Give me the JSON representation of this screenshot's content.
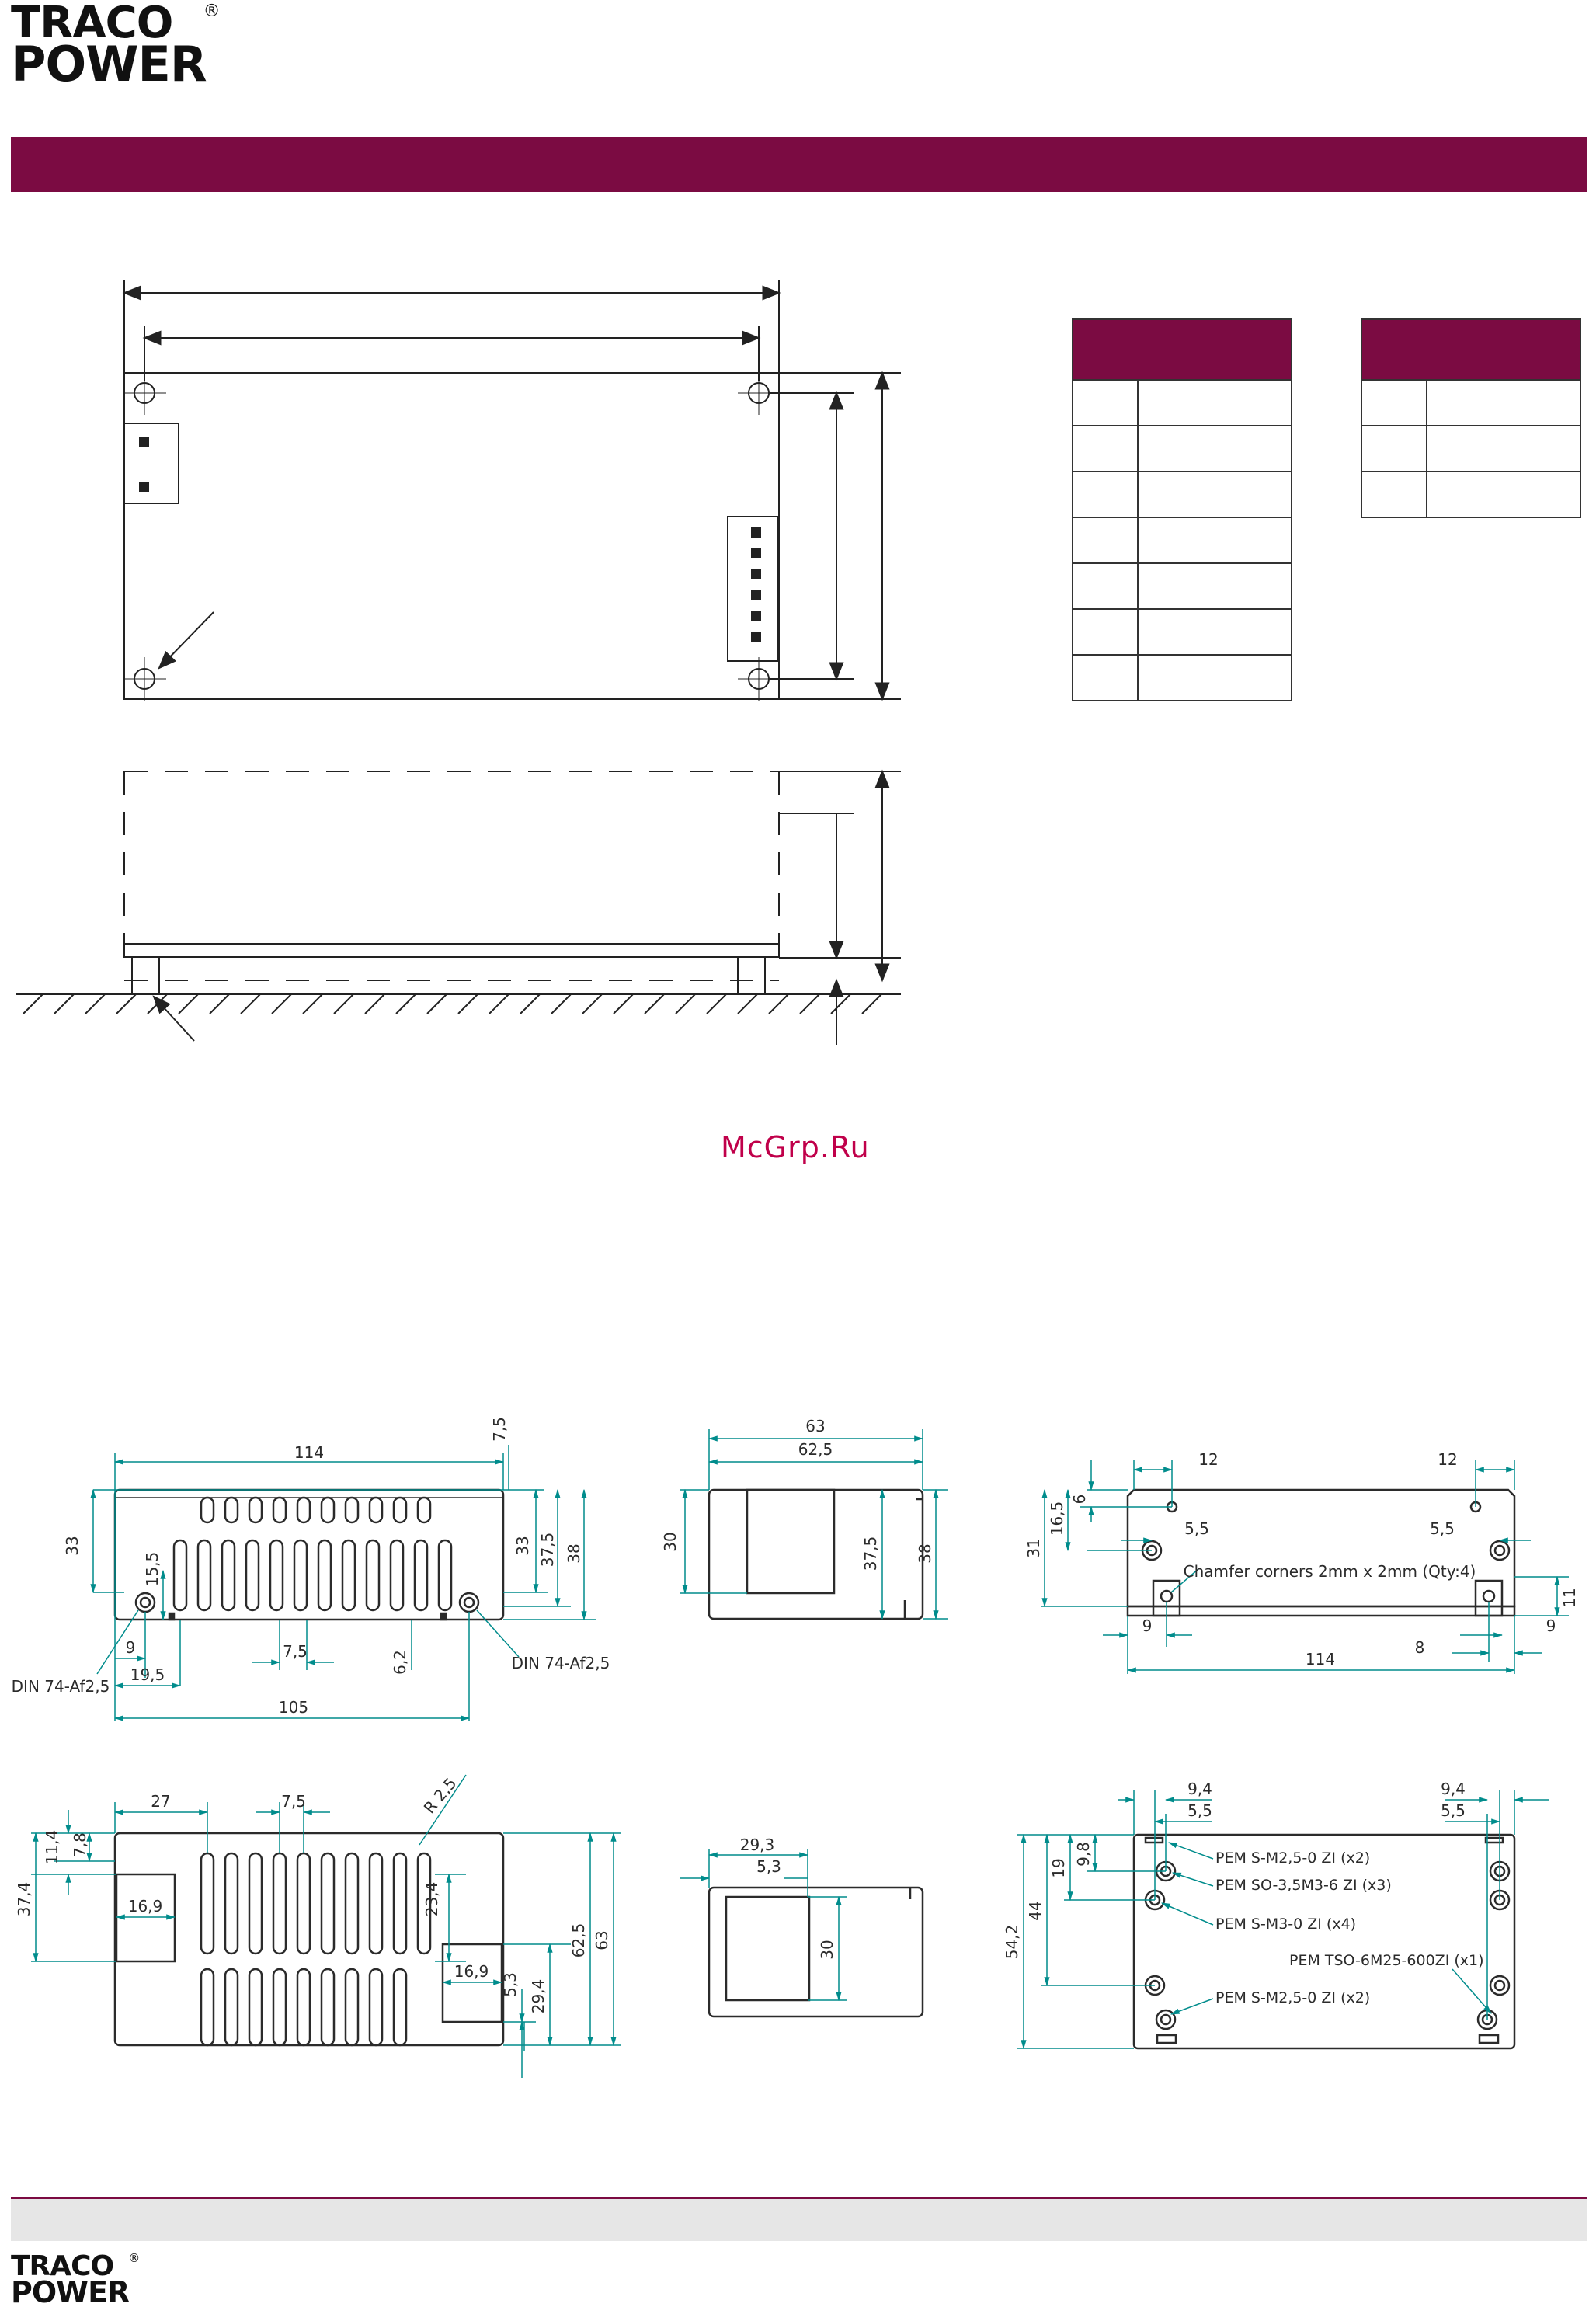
{
  "brand": {
    "logo_line1": "TRACO",
    "logo_line2": "POWER",
    "registered_mark": "®",
    "accent_color": "#7b0b42"
  },
  "watermark": "McGrp.Ru",
  "drawing_colors": {
    "outline": "#2b2b2b",
    "dimension": "#008c8c"
  },
  "dimensions": {
    "front": {
      "top_width": "114",
      "side_gap": "7,5",
      "left_height": "33",
      "r_33": "33",
      "r_375": "37,5",
      "r_38": "38",
      "vent_h": "15,5",
      "d9": "9",
      "d195": "19,5",
      "d75": "7,5",
      "d62": "6,2",
      "d105": "105",
      "din_left": "DIN 74-Af2,5",
      "din_right": "DIN 74-Af2,5"
    },
    "side": {
      "w63": "63",
      "w625": "62,5",
      "h30": "30",
      "h375": "37,5",
      "h38": "38"
    },
    "rear": {
      "d12a": "12",
      "d12b": "12",
      "d6": "6",
      "d165": "16,5",
      "d31": "31",
      "d55a": "5,5",
      "d55b": "5,5",
      "chamfer": "Chamfer corners 2mm x 2mm (Qty:4)",
      "d11": "11",
      "d9a": "9",
      "d8": "8",
      "d9b": "9",
      "d114": "114"
    },
    "top": {
      "d27": "27",
      "d75": "7,5",
      "r25": "R 2,5",
      "d114": "11,4",
      "d78": "7,8",
      "d374": "37,4",
      "d169a": "16,9",
      "d234": "23,4",
      "d169b": "16,9",
      "d53": "5,3",
      "d294": "29,4",
      "d625": "62,5",
      "d63": "63"
    },
    "end": {
      "d293": "29,3",
      "d53": "5,3",
      "d30": "30"
    },
    "bottom": {
      "d94a": "9,4",
      "d55a": "5,5",
      "d94b": "9,4",
      "d55b": "5,5",
      "d98": "9,8",
      "d19": "19",
      "d44": "44",
      "d542": "54,2",
      "pem1": "PEM S-M2,5-0 ZI (x2)",
      "pem2": "PEM SO-3,5M3-6 ZI (x3)",
      "pem3": "PEM S-M3-0 ZI (x4)",
      "pem4": "PEM TSO-6M25-600ZI (x1)",
      "pem5": "PEM S-M2,5-0 ZI (x2)"
    }
  }
}
